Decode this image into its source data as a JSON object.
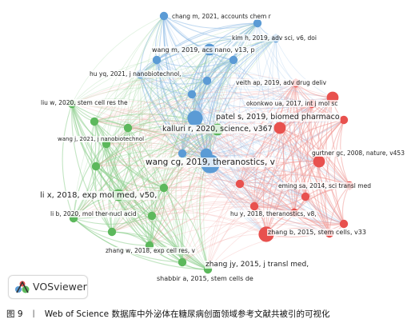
{
  "software": {
    "name": "VOSviewer"
  },
  "caption": {
    "label": "图 9",
    "separator": "丨",
    "text": "Web of Science 数据库中外泌体在糖尿病创面领域参考文献共被引的可视化"
  },
  "colors": {
    "blue": "#5b9bd5",
    "red": "#e8514e",
    "green": "#5cb85c",
    "blue_link": "#8fbce6",
    "red_link": "#f09a98",
    "green_link": "#8fd08f"
  },
  "network": {
    "nodes": [
      {
        "id": "b1",
        "cluster": "blue",
        "label": "chang m, 2021, accounts chem r",
        "weight": 1
      },
      {
        "id": "b2",
        "cluster": "blue",
        "label": "",
        "weight": 1
      },
      {
        "id": "b3",
        "cluster": "blue",
        "label": "kim h, 2019, adv sci, v6, doi",
        "weight": 1
      },
      {
        "id": "b4",
        "cluster": "blue",
        "label": "wang m, 2019, acs nano, v13, p",
        "weight": 2
      },
      {
        "id": "b5",
        "cluster": "blue",
        "label": "hu yq, 2021, j nanobiotechnol,",
        "weight": 1
      },
      {
        "id": "b6",
        "cluster": "blue",
        "label": "",
        "weight": 1
      },
      {
        "id": "b7",
        "cluster": "blue",
        "label": "",
        "weight": 1
      },
      {
        "id": "b8",
        "cluster": "blue",
        "label": "",
        "weight": 1
      },
      {
        "id": "b9",
        "cluster": "blue",
        "label": "patel s, 2019, biomed pharmaco",
        "weight": 3
      },
      {
        "id": "b10",
        "cluster": "blue",
        "label": "",
        "weight": 2
      },
      {
        "id": "b11",
        "cluster": "blue",
        "label": "wang cg, 2019, theranostics, v",
        "weight": 4
      },
      {
        "id": "b12",
        "cluster": "blue",
        "label": "",
        "weight": 1
      },
      {
        "id": "b13",
        "cluster": "blue",
        "label": "",
        "weight": 1
      },
      {
        "id": "r1",
        "cluster": "red",
        "label": "veith ap, 2019, adv drug deliv",
        "weight": 1
      },
      {
        "id": "r2",
        "cluster": "red",
        "label": "okonkwo ua, 2017, int j mol sc",
        "weight": 1
      },
      {
        "id": "r3",
        "cluster": "red",
        "label": "",
        "weight": 2
      },
      {
        "id": "r4",
        "cluster": "red",
        "label": "",
        "weight": 1
      },
      {
        "id": "r5",
        "cluster": "red",
        "label": "gurtner gc, 2008, nature, v453",
        "weight": 2
      },
      {
        "id": "r6",
        "cluster": "red",
        "label": "eming sa, 2014, sci transl med",
        "weight": 1
      },
      {
        "id": "r7",
        "cluster": "red",
        "label": "hu y, 2018, theranostics, v8,",
        "weight": 1
      },
      {
        "id": "r8",
        "cluster": "red",
        "label": "zhang b, 2015, stem cells, v33",
        "weight": 1
      },
      {
        "id": "r9",
        "cluster": "red",
        "label": "zhang jy, 2015, j transl med,",
        "weight": 3
      },
      {
        "id": "r10",
        "cluster": "red",
        "label": "",
        "weight": 1
      },
      {
        "id": "r11",
        "cluster": "red",
        "label": "",
        "weight": 1
      },
      {
        "id": "r12",
        "cluster": "red",
        "label": "",
        "weight": 1
      },
      {
        "id": "r13",
        "cluster": "red",
        "label": "",
        "weight": 1
      },
      {
        "id": "r14",
        "cluster": "red",
        "label": "",
        "weight": 2
      },
      {
        "id": "g1",
        "cluster": "green",
        "label": "liu w, 2020, stem cell res the",
        "weight": 1
      },
      {
        "id": "g2",
        "cluster": "green",
        "label": "kalluri r, 2020, science, v367",
        "weight": 2
      },
      {
        "id": "g3",
        "cluster": "green",
        "label": "wang j, 2021, j nanobiotechnol",
        "weight": 1
      },
      {
        "id": "g4",
        "cluster": "green",
        "label": "li x, 2018, exp mol med, v50,",
        "weight": 2
      },
      {
        "id": "g5",
        "cluster": "green",
        "label": "li b, 2020, mol ther-nucl acid",
        "weight": 1
      },
      {
        "id": "g6",
        "cluster": "green",
        "label": "zhang w, 2018, exp cell res, v",
        "weight": 1
      },
      {
        "id": "g7",
        "cluster": "green",
        "label": "shabbir a, 2015, stem cells de",
        "weight": 1
      },
      {
        "id": "g8",
        "cluster": "green",
        "label": "",
        "weight": 1
      },
      {
        "id": "g9",
        "cluster": "green",
        "label": "",
        "weight": 1
      },
      {
        "id": "g10",
        "cluster": "green",
        "label": "",
        "weight": 1
      },
      {
        "id": "g11",
        "cluster": "green",
        "label": "",
        "weight": 1
      },
      {
        "id": "g12",
        "cluster": "green",
        "label": "",
        "weight": 1
      },
      {
        "id": "g13",
        "cluster": "green",
        "label": "",
        "weight": 1
      },
      {
        "id": "g14",
        "cluster": "green",
        "label": "",
        "weight": 1
      }
    ]
  }
}
